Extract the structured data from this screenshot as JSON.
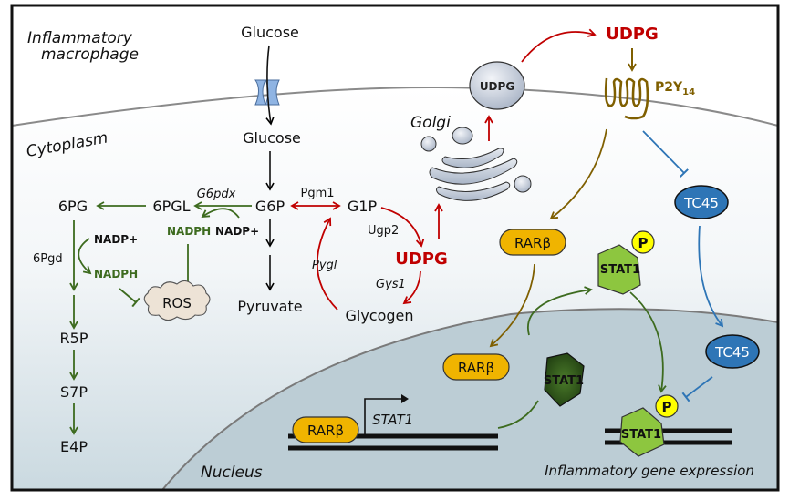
{
  "regions": {
    "cell_label_line1": "Inflammatory",
    "cell_label_line2": "macrophage",
    "cytoplasm": "Cytoplasm",
    "nucleus": "Nucleus",
    "golgi": "Golgi"
  },
  "metabolites": {
    "glucose_out": "Glucose",
    "glucose_in": "Glucose",
    "g6p": "G6P",
    "g1p": "G1P",
    "pyruvate": "Pyruvate",
    "glycogen": "Glycogen",
    "udpg_cyto": "UDPG",
    "udpg_vesicle": "UDPG",
    "udpg_extracellular": "UDPG",
    "sixpgl": "6PGL",
    "sixpg": "6PG",
    "r5p": "R5P",
    "s7p": "S7P",
    "e4p": "E4P",
    "nadph_1": "NADPH",
    "nadp_1": "NADP+",
    "nadp_2": "NADP+",
    "nadph_2": "NADPH",
    "ros": "ROS"
  },
  "enzymes": {
    "pgm1": "Pgm1",
    "ugp2": "Ugp2",
    "gys1": "Gys1",
    "pygl": "Pygl",
    "g6pdx": "G6pdx",
    "sixpgd": "6Pgd"
  },
  "proteins": {
    "receptor": "P2Y",
    "receptor_sub": "14",
    "rarb_cyto": "RARβ",
    "rarb_nuc": "RARβ",
    "rarb_dna": "RARβ",
    "tc45_cyto": "TC45",
    "tc45_nuc": "TC45",
    "stat1_p_cyto": "STAT1",
    "stat1_nuc": "STAT1",
    "stat1_dna": "STAT1",
    "phospho": "P",
    "phospho2": "P"
  },
  "genes": {
    "stat1_gene": "STAT1",
    "output": "Inflammatory gene expression"
  },
  "colors": {
    "red": "#c00000",
    "green": "#3d6b1f",
    "brown": "#7f5f00",
    "blue": "#2e75b6",
    "rarb_fill": "#f0b400",
    "stat1_light": "#8dc63f",
    "stat1_dark": "#2f5a1a",
    "tc45_fill": "#2e75b6",
    "phospho_fill": "#ffff00"
  }
}
